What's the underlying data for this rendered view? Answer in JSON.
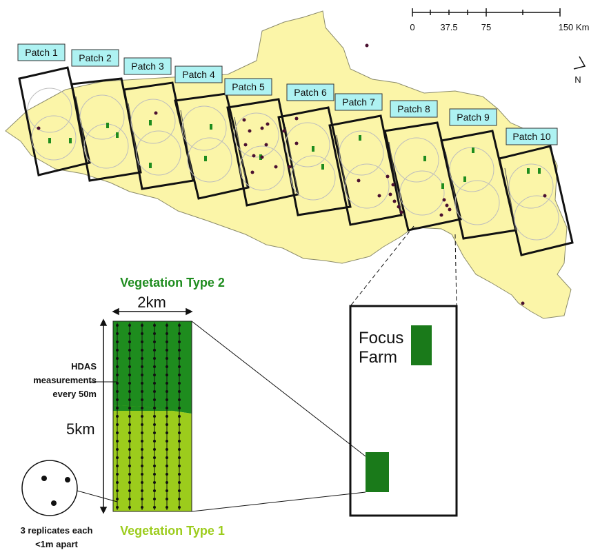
{
  "patches": [
    {
      "label": "Patch 1"
    },
    {
      "label": "Patch 2"
    },
    {
      "label": "Patch 3"
    },
    {
      "label": "Patch 4"
    },
    {
      "label": "Patch 5"
    },
    {
      "label": "Patch 6"
    },
    {
      "label": "Patch 7"
    },
    {
      "label": "Patch 8"
    },
    {
      "label": "Patch 9"
    },
    {
      "label": "Patch 10"
    }
  ],
  "scale_bar": {
    "ticks": [
      "0",
      "37.5",
      "75",
      "150 Km"
    ]
  },
  "north_arrow": {
    "label": "N"
  },
  "inset": {
    "width_label": "2km",
    "height_label": "5km",
    "vegetation_top": "Vegetation Type 2",
    "vegetation_bottom": "Vegetation Type 1",
    "hdas_line1": "HDAS",
    "hdas_line2": "measurements",
    "hdas_line3": "every 50m",
    "replicates_line1": "3 replicates each",
    "replicates_line2": "<1m apart"
  },
  "focus": {
    "line1": "Focus",
    "line2": "Farm"
  },
  "colors": {
    "land": "#fbf5a8",
    "label_box": "#aef2f2",
    "veg_type_2": "#1e8c1e",
    "veg_type_1": "#9ccc1c",
    "focus_farm": "#1a7a1a",
    "points": "#4a1030"
  }
}
